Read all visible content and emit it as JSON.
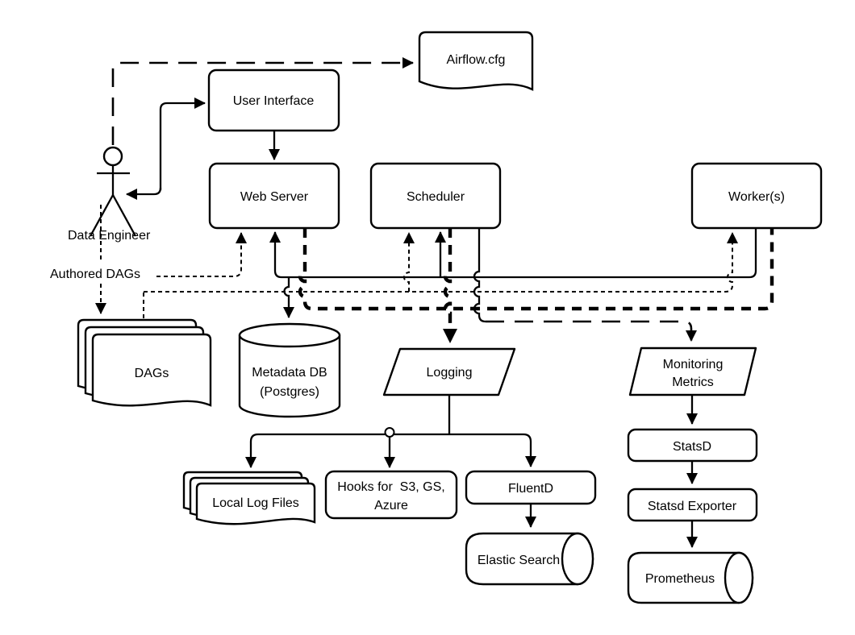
{
  "diagram_title": "Airflow architecture diagram",
  "colors": {
    "stroke": "#000000",
    "background": "#ffffff"
  },
  "nodes": {
    "airflow_cfg": {
      "label": "Airflow.cfg"
    },
    "user_interface": {
      "label": "User Interface"
    },
    "web_server": {
      "label": "Web Server"
    },
    "scheduler": {
      "label": "Scheduler"
    },
    "workers": {
      "label": "Worker(s)"
    },
    "dags": {
      "label": "DAGs"
    },
    "metadata_db": {
      "label_line1": "Metadata DB",
      "label_line2": "(Postgres)"
    },
    "logging": {
      "label": "Logging"
    },
    "monitoring_metrics": {
      "label_line1": "Monitoring",
      "label_line2": "Metrics"
    },
    "local_log_files": {
      "label": "Local Log Files"
    },
    "hooks": {
      "label_line1": "Hooks for  S3, GS,",
      "label_line2": "Azure"
    },
    "fluentd": {
      "label": "FluentD"
    },
    "elastic_search": {
      "label": "Elastic Search"
    },
    "statsd": {
      "label": "StatsD"
    },
    "statsd_exporter": {
      "label": "Statsd Exporter"
    },
    "prometheus": {
      "label": "Prometheus"
    }
  },
  "annotations": {
    "actor_label": "Data Engineer",
    "authored_dags_label": "Authored DAGs"
  }
}
